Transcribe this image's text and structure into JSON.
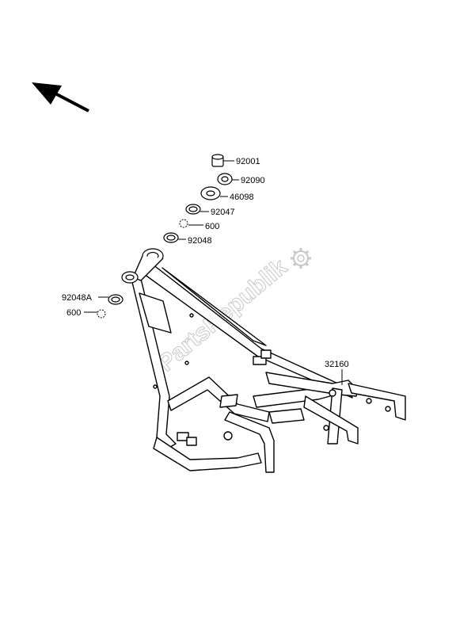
{
  "watermark": "PartsRepublik",
  "parts": {
    "p92001": "92001",
    "p92090": "92090",
    "p46098": "46098",
    "p92047": "92047",
    "p600a": "600",
    "p92048": "92048",
    "p92048A": "92048A",
    "p600b": "600",
    "p32160": "32160"
  },
  "icons": {
    "direction": "arrow-up-left-icon",
    "watermark_gear": "gear-icon"
  }
}
